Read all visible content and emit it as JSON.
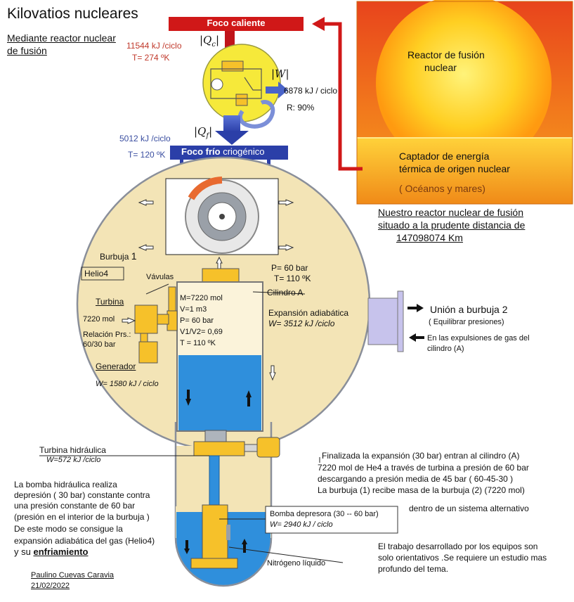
{
  "title": "Kilovatios nucleares",
  "subtitle_line1": "Mediante reactor nuclear",
  "subtitle_line2": "de fusión",
  "hot": {
    "label": "Foco caliente",
    "qc_symbol": "|Q",
    "qc_sub": "c",
    "energy": "11544 kJ /ciclo",
    "temp": "T= 274 ºK"
  },
  "work": {
    "symbol": "|W|",
    "energy": "6878 kJ / ciclo",
    "efficiency": "R: 90%"
  },
  "cold": {
    "qf_symbol": "|Q",
    "qf_sub": "f",
    "energy": "5012 kJ /ciclo",
    "temp": "T= 120 ºK",
    "label_a": "Foco frío",
    "label_b": " criogénico"
  },
  "sun": {
    "reactor_line1": "Reactor de fusión",
    "reactor_line2": "nuclear",
    "captor_line1": "Captador de energía",
    "captor_line2": "térmica de origen nuclear",
    "oceans": "( Océanos y mares)",
    "caption_line1": "Nuestro reactor nuclear de fusión",
    "caption_line2": "situado a la prudente distancia de",
    "caption_line3": "147098074 Km"
  },
  "bubble": {
    "name_a": "Burbuja ",
    "name_b": "1",
    "gas_box": "Helio4",
    "valves": "Vávulas",
    "turbine": "Turbina",
    "mol_in": "7220 mol",
    "ratio_line1": "Relación Prs.:",
    "ratio_line2": "60/30 bar",
    "generator": "Generador",
    "gen_work": "W= 1580 kJ / ciclo",
    "p_top": "P= 60 bar",
    "t_top": "T= 110 ºK",
    "cylinder": "Cilindro A",
    "cyl_m": "M=7220 mol",
    "cyl_v": "V=1 m3",
    "cyl_p": "P= 60 bar",
    "cyl_ratio": "V1/V2= 0,69",
    "cyl_t": "T = 110 ºK",
    "expansion": "Expansión adiabática",
    "exp_work": "W= 3512 kJ /ciclo"
  },
  "union": {
    "label": "Unión a burbuja 2",
    "note": "( Equilibrar presiones)",
    "exp_line1": "En las expulsiones de gas del",
    "exp_line2": "cilindro (A)"
  },
  "hydro": {
    "label": "Turbina hidráulica",
    "work": "W=572 kJ /ciclo"
  },
  "left_text": {
    "l1": "La bomba hidráulica realiza",
    "l2": "depresión ( 30 bar) constante contra",
    "l3": "una presión constante de 60 bar",
    "l4": " (presión en el interior de la burbuja )",
    "l5": "De este modo se consigue la",
    "l6": "expansión adiabática del gas (Helio4)",
    "l7a": " y su ",
    "l7b": "enfriamiento"
  },
  "right_text": {
    "l1": "Finalizada la expansión (30 bar) entran al cilindro (A)",
    "l2": " 7220 mol de He4 a través de turbina a presión de 60 bar",
    "l3": " descargando a presión media de 45 bar ( 60-45-30 )",
    "l4": "La burbuja (1) recibe masa de la burbuja (2) (7220 mol)",
    "l5": "dentro de un sistema alternativo"
  },
  "pump": {
    "line1": "Bomba depresora (30 -- 60 bar)",
    "line2": "W= 2940 kJ / ciclo"
  },
  "nitrogen": "Nitrógeno líquido",
  "note": {
    "l1": "El trabajo desarrollado por los equipos son",
    "l2": "solo orientativos .Se requiere un estudio mas",
    "l3": "profundo del tema."
  },
  "author": "Paulino Cuevas Caravia",
  "date": " 21/02/2022",
  "colors": {
    "bubble_fill": "#f3e4b6",
    "water": "#2f8fdc",
    "hot_red": "#d01818",
    "cold_blue": "#2b3fa8",
    "machine_yellow": "#f6c12a"
  }
}
